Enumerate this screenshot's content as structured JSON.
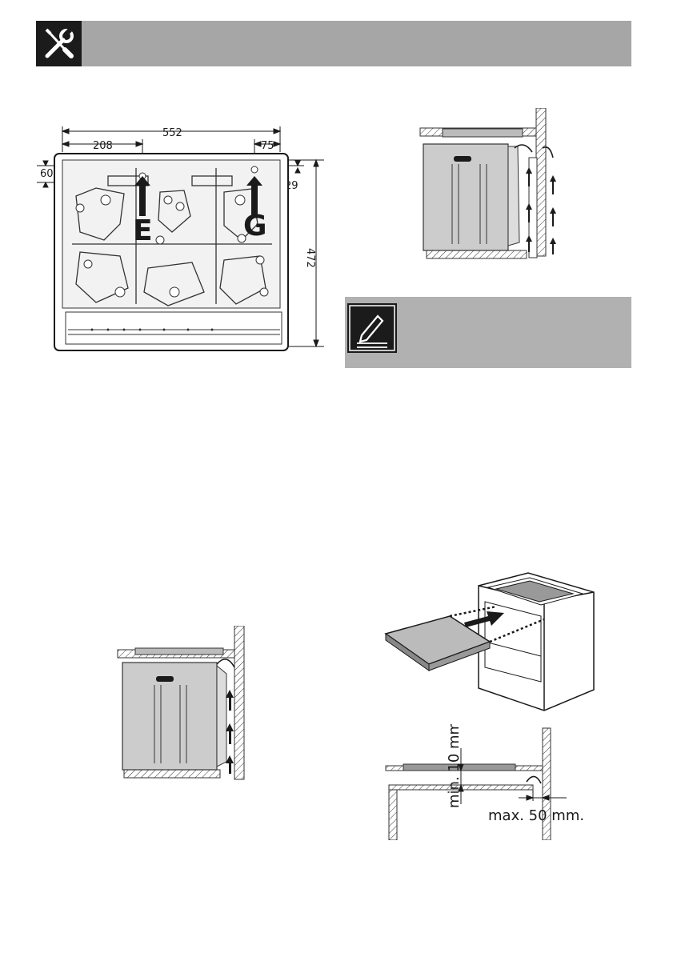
{
  "header": {
    "icon": "tools-icon"
  },
  "fig_top_view": {
    "dim_width": "552",
    "dim_left": "208",
    "dim_right": "75",
    "dim_top": "60",
    "dim_gas_offset": "29",
    "dim_depth": "472",
    "label_electric": "E",
    "label_gas": "G"
  },
  "fig_side_wall": {},
  "note": {
    "icon": "pencil-note-icon"
  },
  "fig_side_small": {},
  "fig_slide_in": {},
  "fig_clearance": {
    "label_min": "min. 10 mm.",
    "label_max": "max. 50 mm."
  }
}
